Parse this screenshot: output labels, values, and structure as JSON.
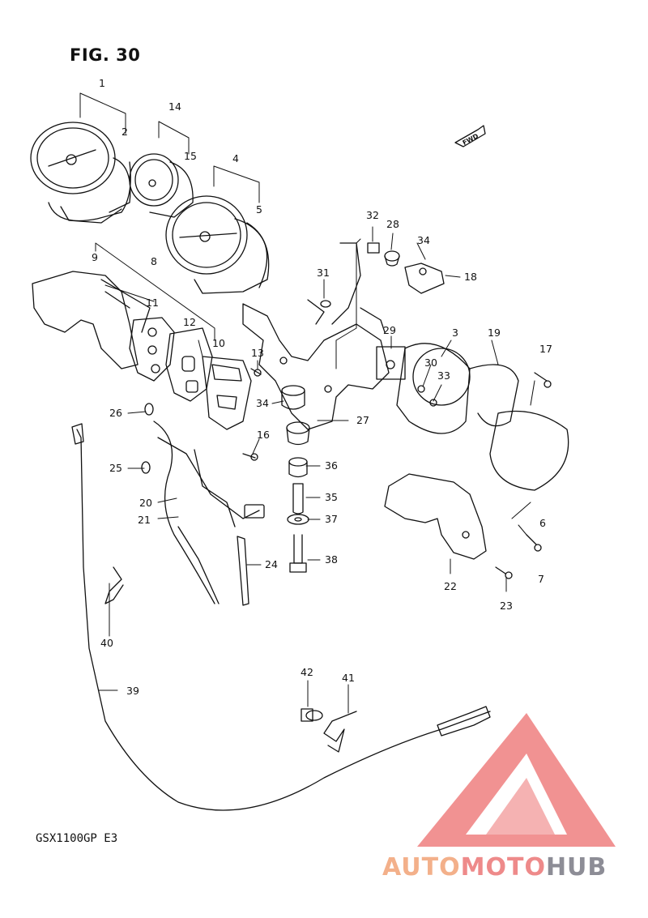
{
  "figure": {
    "title": "FIG. 30",
    "model_code": "GSX1100GP  E3",
    "fwd_marker": "FWD"
  },
  "colors": {
    "line": "#111111",
    "watermark_red": "#ef7f7f",
    "watermark_orange": "#f3b08a",
    "watermark_gray": "#8d8d96"
  },
  "callouts": [
    "1",
    "2",
    "3",
    "4",
    "5",
    "6",
    "7",
    "8",
    "9",
    "10",
    "11",
    "12",
    "13",
    "14",
    "15",
    "16",
    "17",
    "18",
    "19",
    "20",
    "21",
    "22",
    "23",
    "24",
    "25",
    "26",
    "27",
    "28",
    "29",
    "30",
    "31",
    "32",
    "33",
    "34",
    "35",
    "36",
    "37",
    "38",
    "39",
    "40",
    "41",
    "42"
  ],
  "watermark": {
    "part1": "AUTO",
    "part2": "MOTO",
    "part3": "HUB"
  }
}
